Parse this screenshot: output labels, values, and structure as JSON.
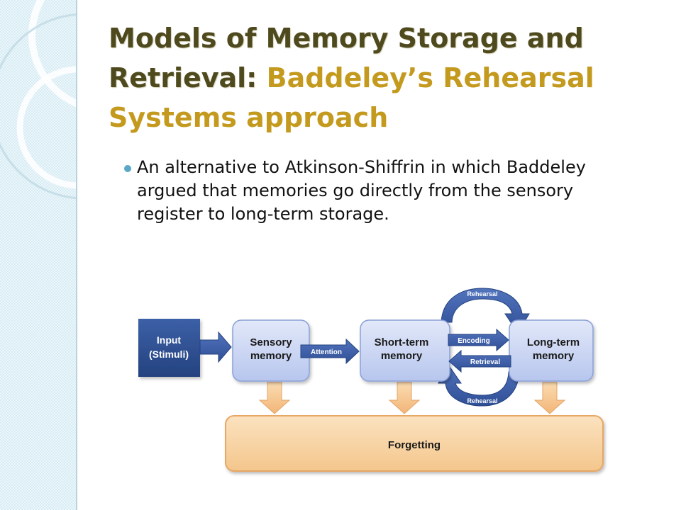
{
  "slide": {
    "title_bold": "Models of Memory Storage and Retrieval:",
    "title_rest": "Baddeley’s Rehearsal Systems approach",
    "bullet": "An alternative to Atkinson-Shiffrin in which Baddeley argued that memories go directly from the sensory register to long-term storage."
  },
  "diagram": {
    "input_line1": "Input",
    "input_line2": "(Stimuli)",
    "sensory_line1": "Sensory",
    "sensory_line2": "memory",
    "attention": "Attention",
    "short_line1": "Short-term",
    "short_line2": "memory",
    "encoding": "Encoding",
    "retrieval": "Retrieval",
    "rehearsal_top": "Rehearsal",
    "rehearsal_bottom": "Rehearsal",
    "long_line1": "Long-term",
    "long_line2": "memory",
    "forgetting": "Forgetting"
  },
  "colors": {
    "title_bold": "#4e4a1e",
    "title_rest": "#c49a1e",
    "bullet_dot": "#5aa7c6",
    "input_box": "#2d4f93",
    "memory_box": "#c3cff0",
    "arrow_blue": "#3a5ba8",
    "forgetting_box": "#f7cf9c",
    "arrow_orange": "#f4c48e"
  }
}
